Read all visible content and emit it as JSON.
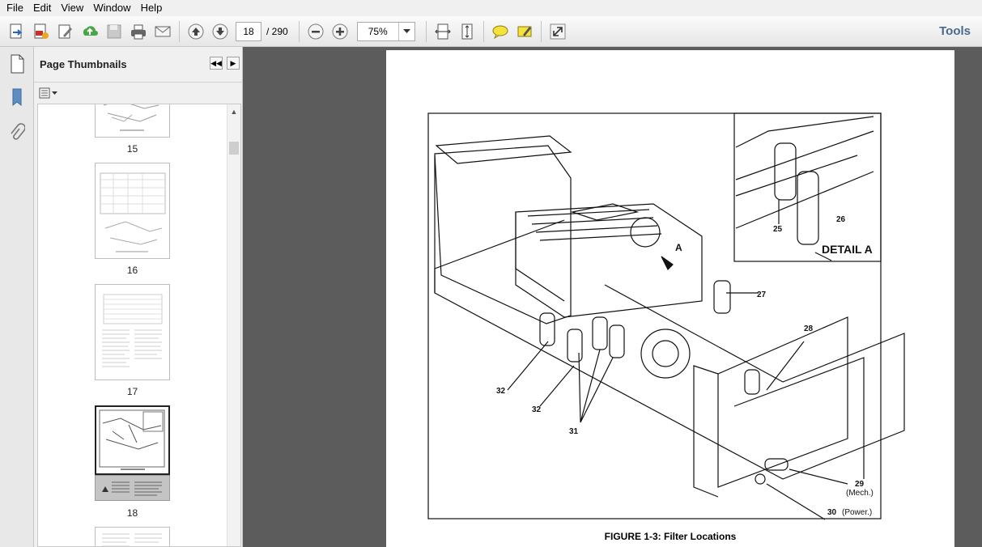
{
  "menu": [
    "File",
    "Edit",
    "View",
    "Window",
    "Help"
  ],
  "toolbar": {
    "page_current": "18",
    "page_total": "/ 290",
    "zoom": "75%",
    "tools_label": "Tools",
    "icons": [
      "open-icon",
      "create-pdf-icon",
      "edit-icon",
      "upload-icon",
      "save-icon",
      "print-icon",
      "email-icon",
      "previous-page-icon",
      "next-page-icon",
      "zoom-out-icon",
      "zoom-in-icon",
      "fit-width-icon",
      "fit-page-icon",
      "comment-icon",
      "highlight-icon",
      "expand-icon"
    ]
  },
  "panel": {
    "title": "Page Thumbnails",
    "thumbnails": [
      {
        "label": "15"
      },
      {
        "label": "16"
      },
      {
        "label": "17"
      },
      {
        "label": "18",
        "selected": true
      }
    ]
  },
  "document": {
    "caption": "FIGURE 1-3:  Filter Locations",
    "detail_label": "DETAIL A",
    "callouts": [
      "A",
      "25",
      "26",
      "27",
      "28",
      "29",
      "(Mech.)",
      "30",
      "(Power.)",
      "31",
      "32",
      "32"
    ]
  }
}
